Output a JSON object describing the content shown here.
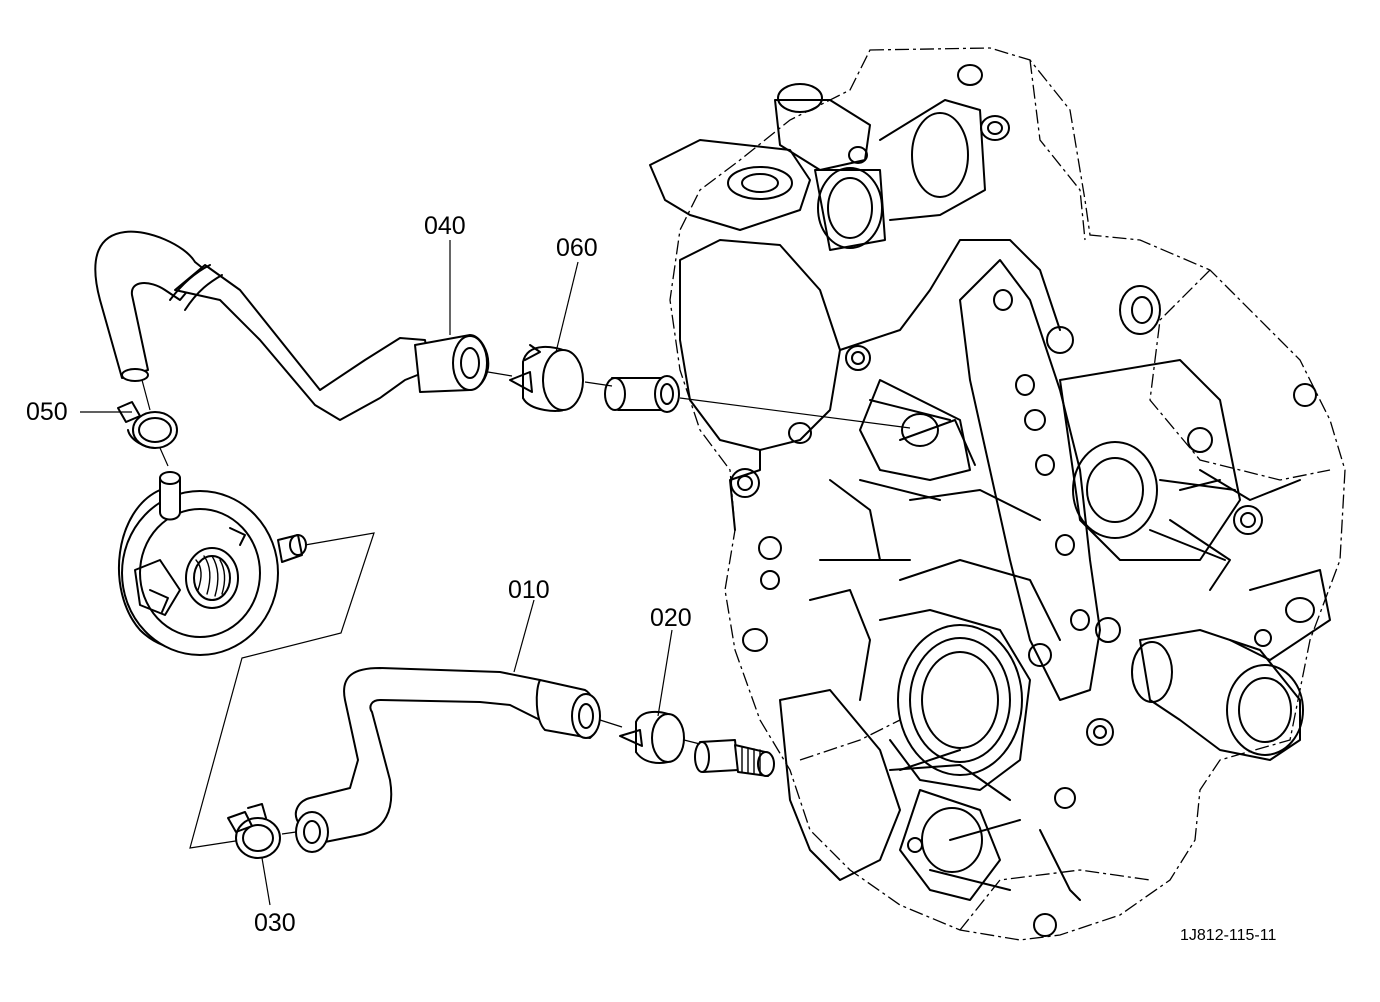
{
  "parts": {
    "p040": "040",
    "p060": "060",
    "p050": "050",
    "p010": "010",
    "p020": "020",
    "p030": "030"
  },
  "drawing_code": "1J812-115-11"
}
